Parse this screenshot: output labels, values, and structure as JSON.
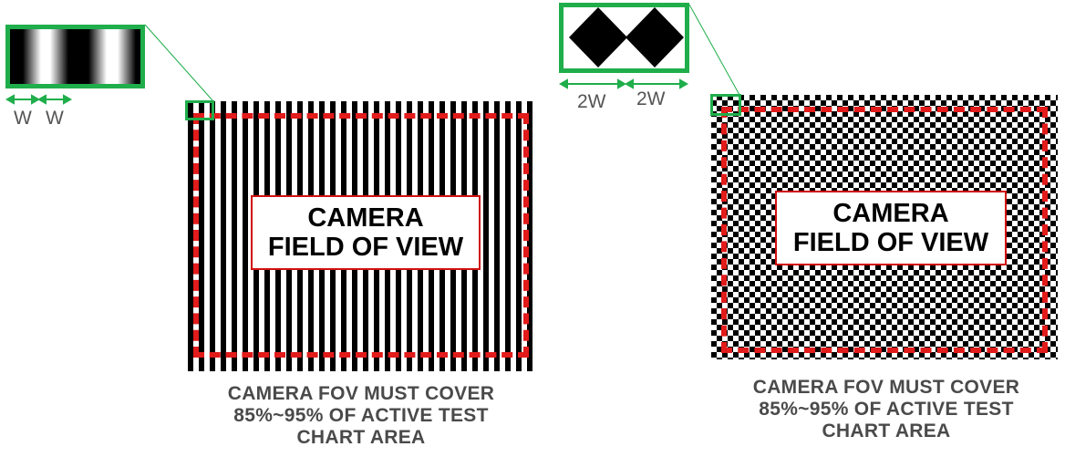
{
  "left_panel": {
    "fov_label_line1": "CAMERA",
    "fov_label_line2": "FIELD OF VIEW",
    "caption_line1": "CAMERA FOV MUST COVER",
    "caption_line2": "85%~95%  OF ACTIVE TEST",
    "caption_line3": "CHART AREA",
    "width_label_1": "W",
    "width_label_2": "W"
  },
  "right_panel": {
    "fov_label_line1": "CAMERA",
    "fov_label_line2": "FIELD OF VIEW",
    "caption_line1": "CAMERA FOV MUST COVER",
    "caption_line2": "85%~95%  OF ACTIVE TEST",
    "caption_line3": "CHART AREA",
    "width_label_1": "2W",
    "width_label_2": "2W"
  },
  "colors": {
    "fov_frame": "#e21b1b",
    "highlight": "#1fae4b",
    "caption": "#4a4a4a"
  }
}
